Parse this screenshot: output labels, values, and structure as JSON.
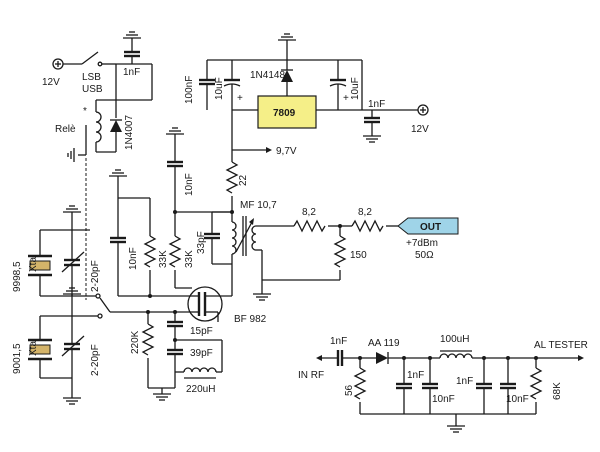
{
  "labels": {
    "v12_top": "12V",
    "lsb": "LSB",
    "usb": "USB",
    "c_relay": "1nF",
    "rele": "Relè",
    "star": "*",
    "d_relay": "1N4007",
    "c100n": "100nF",
    "c10u_a": "10uF",
    "d_reg": "1N4148",
    "reg": "7809",
    "c10u_b": "10uF",
    "c_reg_out": "1nF",
    "v12_right": "12V",
    "v97": "9,7V",
    "r22": "22",
    "c10n_top": "10nF",
    "mf": "MF 10,7",
    "r8a": "8,2",
    "r8b": "8,2",
    "out": "OUT",
    "dbm": "+7dBm",
    "ohm": "50Ω",
    "r150": "150",
    "c33p": "33pF",
    "r33k_a": "33K",
    "r33k_b": "33K",
    "c10n_mid": "10nF",
    "xtal_a": "Xtal",
    "f_a": "9998,5",
    "trim_a": "2-20pF",
    "xtal_b": "Xtal",
    "f_b": "9001,5",
    "trim_b": "2-20pF",
    "r220k": "220K",
    "bf": "BF 982",
    "c15p": "15pF",
    "c39p": "39pF",
    "l220": "220uH",
    "c_in": "1nF",
    "in_rf": "IN RF",
    "aa": "AA 119",
    "l100": "100uH",
    "al": "AL TESTER",
    "r56": "56",
    "c1n_a": "1nF",
    "c10n_a": "10nF",
    "c1n_b": "1nF",
    "c10n_b": "10nF",
    "r68k": "68K"
  },
  "colors": {
    "ink": "#1a1a1a",
    "regulator": "#f5ef88",
    "crystal": "#d4b46a",
    "output_tag": "#9fd4e8"
  }
}
